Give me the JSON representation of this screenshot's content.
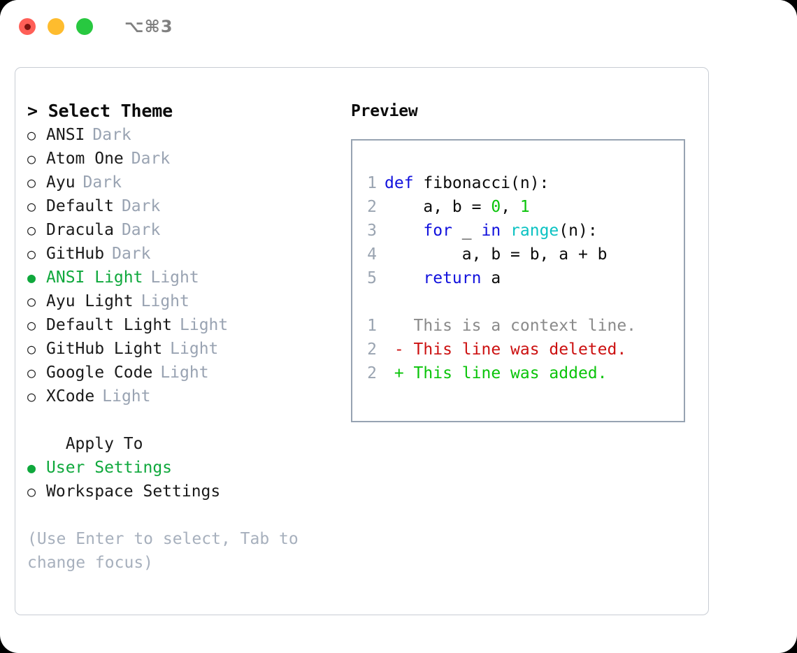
{
  "titlebar": {
    "shortcut": "⌥⌘3",
    "traffic_lights": [
      {
        "name": "close",
        "color": "#ff5f57"
      },
      {
        "name": "minimize",
        "color": "#febc2e"
      },
      {
        "name": "maximize",
        "color": "#28c840"
      }
    ]
  },
  "theme_picker": {
    "header": "> Select Theme",
    "items": [
      {
        "marker": "○",
        "label": "ANSI",
        "variant": "Dark",
        "selected": false
      },
      {
        "marker": "○",
        "label": "Atom One",
        "variant": "Dark",
        "selected": false
      },
      {
        "marker": "○",
        "label": "Ayu",
        "variant": "Dark",
        "selected": false
      },
      {
        "marker": "○",
        "label": "Default",
        "variant": "Dark",
        "selected": false
      },
      {
        "marker": "○",
        "label": "Dracula",
        "variant": "Dark",
        "selected": false
      },
      {
        "marker": "○",
        "label": "GitHub",
        "variant": "Dark",
        "selected": false
      },
      {
        "marker": "●",
        "label": "ANSI Light",
        "variant": "Light",
        "selected": true
      },
      {
        "marker": "○",
        "label": "Ayu Light",
        "variant": "Light",
        "selected": false
      },
      {
        "marker": "○",
        "label": "Default Light",
        "variant": "Light",
        "selected": false
      },
      {
        "marker": "○",
        "label": "GitHub Light",
        "variant": "Light",
        "selected": false
      },
      {
        "marker": "○",
        "label": "Google Code",
        "variant": "Light",
        "selected": false
      },
      {
        "marker": "○",
        "label": "XCode",
        "variant": "Light",
        "selected": false
      }
    ]
  },
  "apply_to": {
    "header": "  Apply To",
    "items": [
      {
        "marker": "●",
        "label": "User Settings",
        "selected": true
      },
      {
        "marker": "○",
        "label": "Workspace Settings",
        "selected": false
      }
    ]
  },
  "hint": "(Use Enter to select, Tab to change focus)",
  "preview": {
    "header": "Preview",
    "code_lines": [
      {
        "lineno": "1",
        "tokens": [
          {
            "text": "def ",
            "style": "kw"
          },
          {
            "text": "fibonacci(n):",
            "style": "plain"
          }
        ]
      },
      {
        "lineno": "2",
        "tokens": [
          {
            "text": "    a, b = ",
            "style": "plain"
          },
          {
            "text": "0",
            "style": "num"
          },
          {
            "text": ", ",
            "style": "plain"
          },
          {
            "text": "1",
            "style": "num"
          }
        ]
      },
      {
        "lineno": "3",
        "tokens": [
          {
            "text": "    ",
            "style": "plain"
          },
          {
            "text": "for",
            "style": "kw"
          },
          {
            "text": " _ ",
            "style": "plain"
          },
          {
            "text": "in",
            "style": "kw"
          },
          {
            "text": " ",
            "style": "plain"
          },
          {
            "text": "range",
            "style": "fn"
          },
          {
            "text": "(n):",
            "style": "plain"
          }
        ]
      },
      {
        "lineno": "4",
        "tokens": [
          {
            "text": "        a, b = b, a + b",
            "style": "plain"
          }
        ]
      },
      {
        "lineno": "5",
        "tokens": [
          {
            "text": "    ",
            "style": "plain"
          },
          {
            "text": "return",
            "style": "kw"
          },
          {
            "text": " a",
            "style": "plain"
          }
        ]
      },
      {
        "lineno": "",
        "blank": true,
        "tokens": []
      },
      {
        "lineno": "1",
        "tokens": [
          {
            "text": "   This is a context line.",
            "style": "ctx"
          }
        ]
      },
      {
        "lineno": "2",
        "tokens": [
          {
            "text": " - This line was deleted.",
            "style": "del"
          }
        ]
      },
      {
        "lineno": "2",
        "tokens": [
          {
            "text": " + This line was added.",
            "style": "add"
          }
        ]
      }
    ]
  },
  "colors": {
    "accent_green": "#0fa83c",
    "muted_variant": "#99a3b2",
    "hint_text": "#a7b0bd",
    "keyword_blue": "#1111dd",
    "function_cyan": "#0bc2c2",
    "number_green": "#0ac40a",
    "diff_deleted_red": "#cc1111",
    "diff_added_green": "#0ac40a",
    "context_gray": "#8a8a8a",
    "lineno_gray": "#9aa4b1",
    "panel_border": "#c8cdd4",
    "preview_border": "#97a3b2"
  }
}
